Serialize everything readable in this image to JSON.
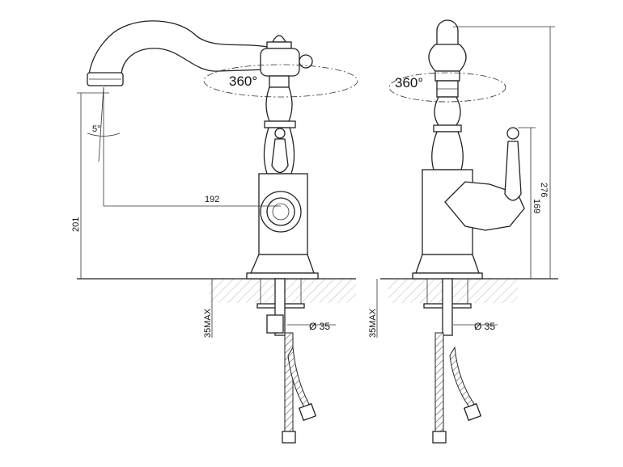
{
  "left_view": {
    "rotation_label": "360°",
    "angle_label": "5°",
    "reach_label": "192",
    "height_label": "201",
    "max_thickness_label": "35MAX",
    "hole_diameter_label": "Ø 35"
  },
  "right_view": {
    "rotation_label": "360°",
    "handle_height_label": "169",
    "total_height_label": "276",
    "max_thickness_label": "35MAX",
    "hole_diameter_label": "Ø 35"
  }
}
